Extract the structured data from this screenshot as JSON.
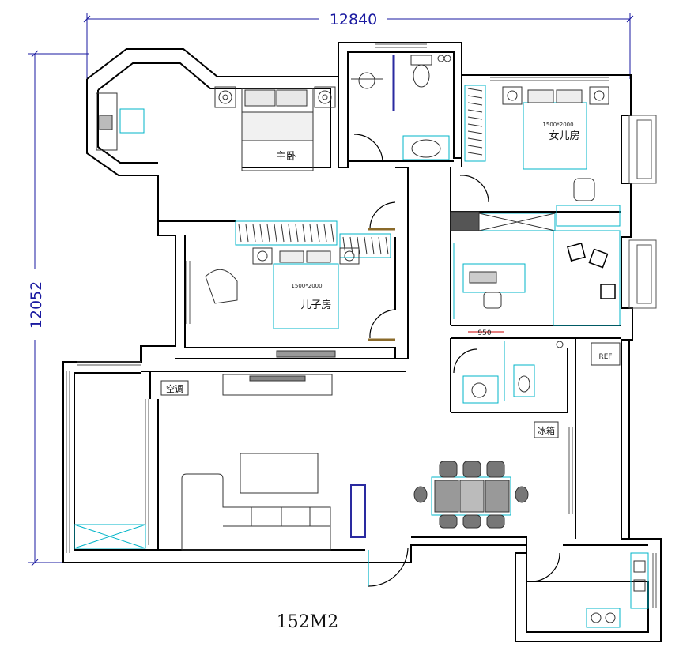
{
  "dimensions": {
    "width_mm": "12840",
    "height_mm": "12052"
  },
  "rooms": {
    "master_bedroom": "主卧",
    "daughter_room": "女儿房",
    "son_room": "儿子房",
    "aircon": "空调",
    "fridge": "冰箱"
  },
  "bed_size": "1500*2000",
  "ref_label": "REF",
  "dim_950": "950",
  "area_label": "152M2",
  "colors": {
    "wall": "#000000",
    "dimension": "#1a1aa0",
    "cyan": "#00b4c8",
    "door": "#8a6a2a"
  }
}
